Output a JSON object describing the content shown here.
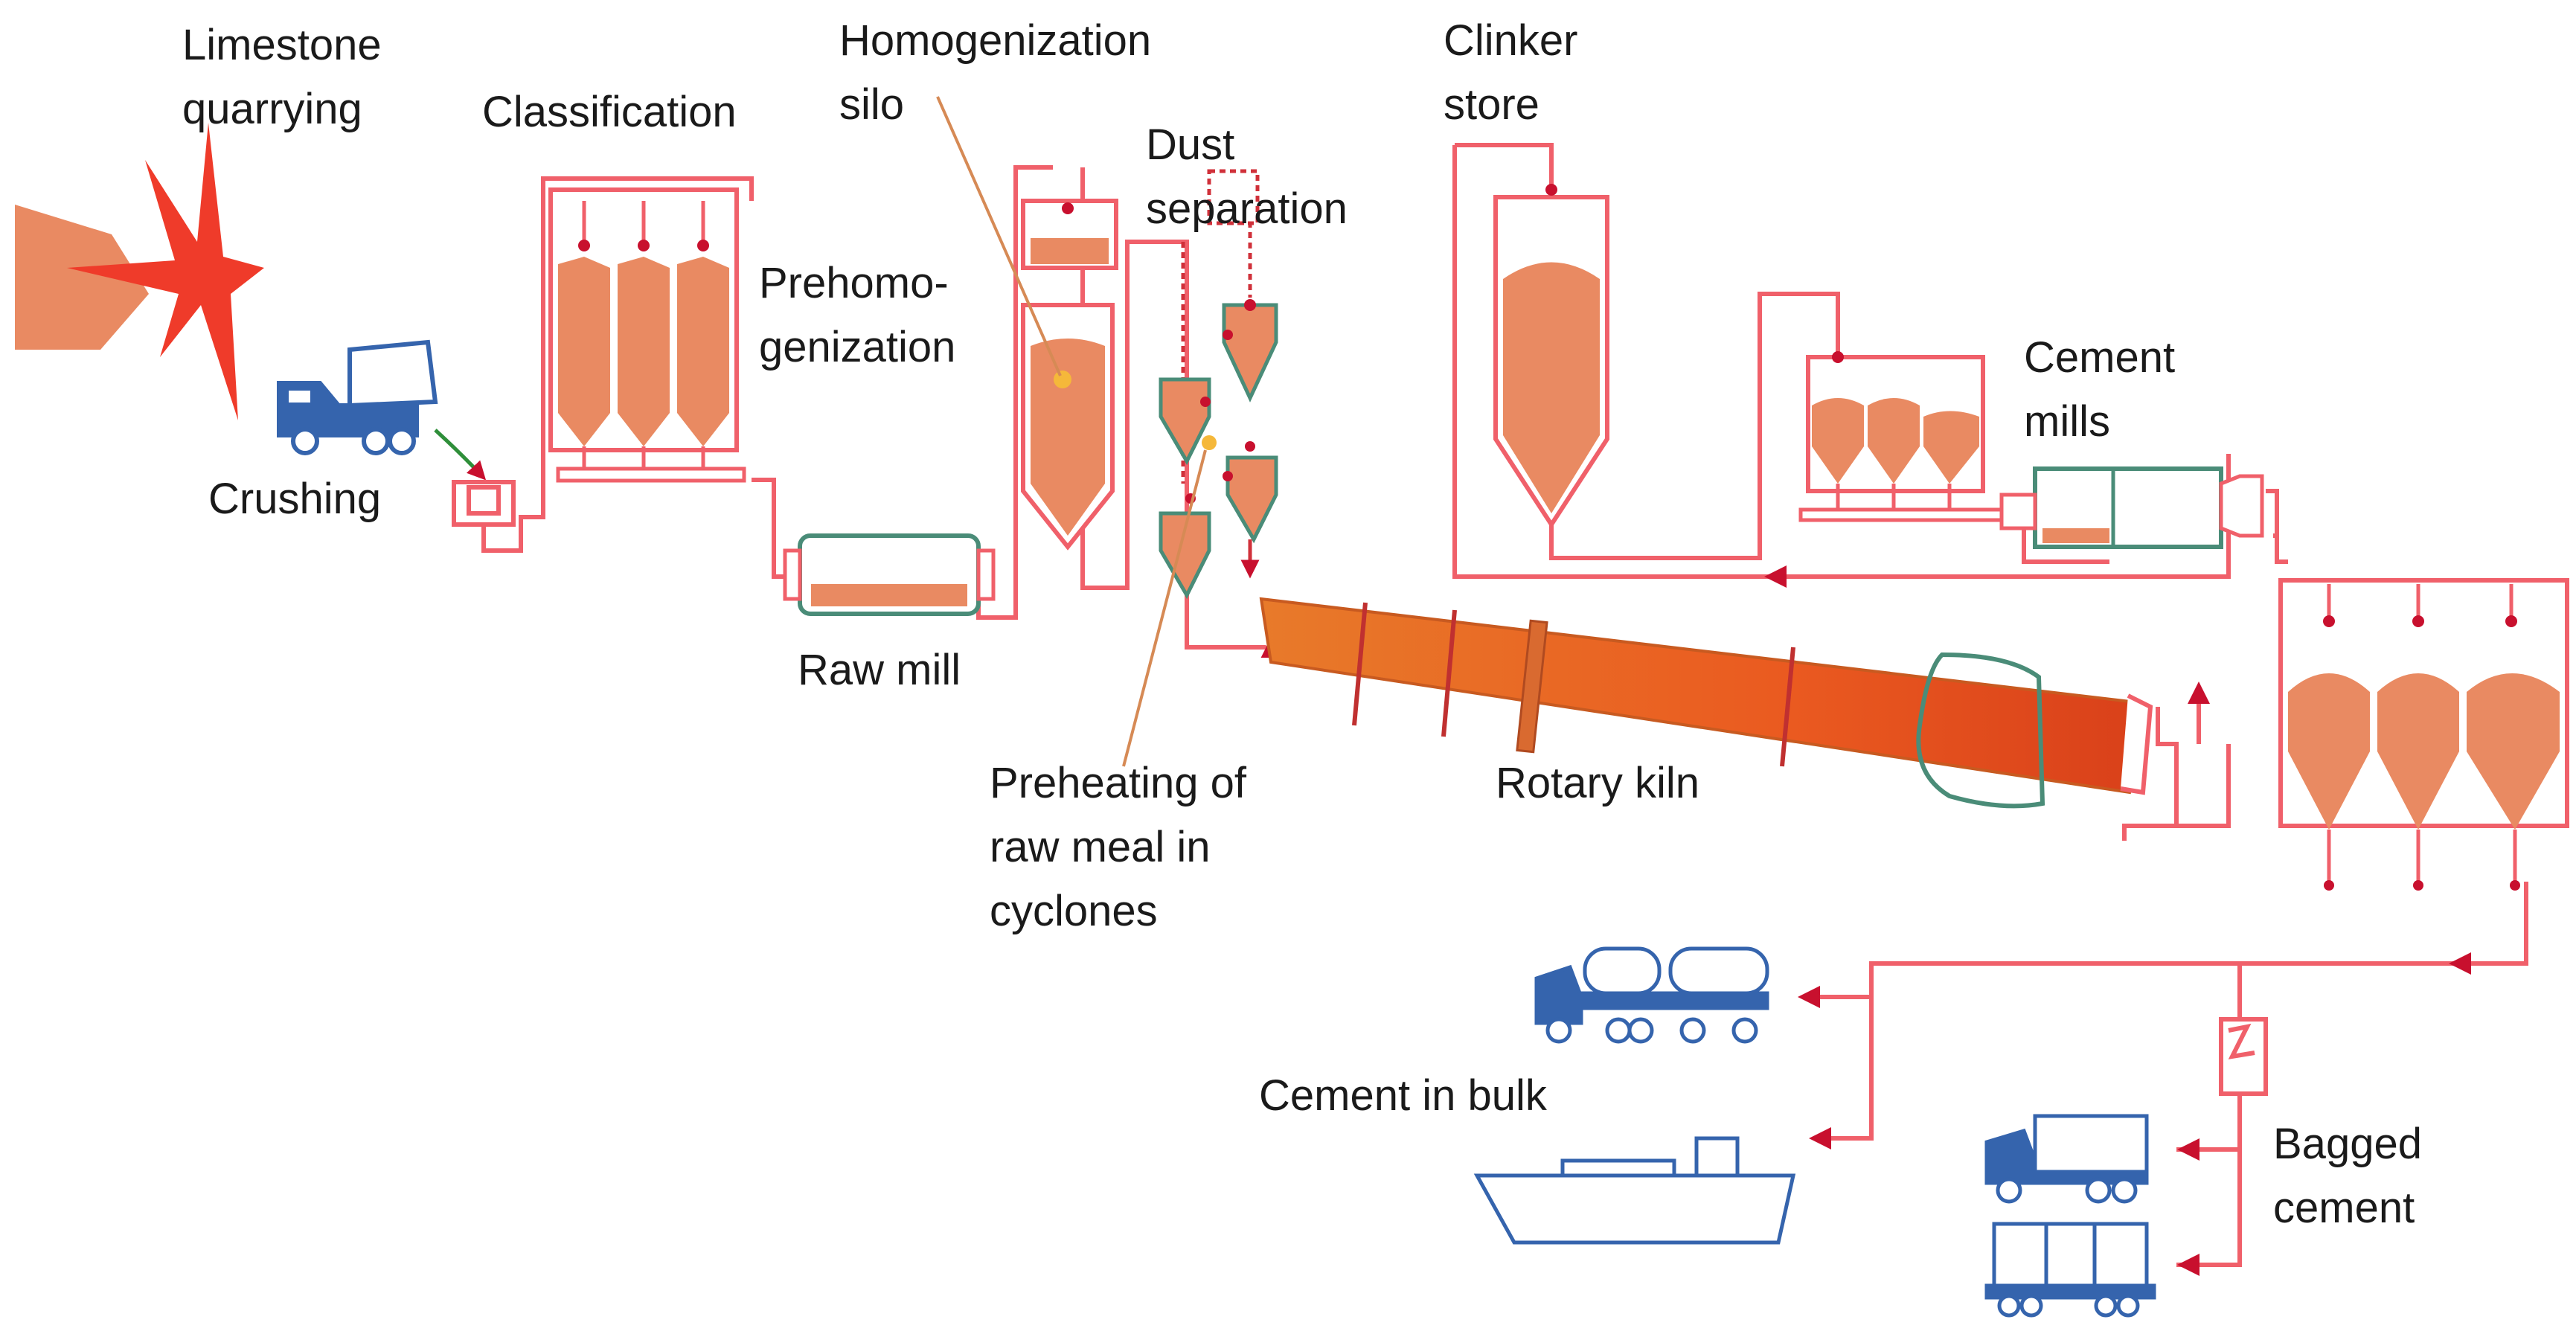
{
  "colors": {
    "pipe": "#f0606a",
    "fill": "#e98a62",
    "kiln": "#e8501c",
    "vehicle": "#3564ad",
    "arrow": "#c8102e"
  },
  "labels": {
    "limestone": [
      "Limestone",
      "quarrying"
    ],
    "classification": "Classification",
    "homogenization": [
      "Homogenization",
      "silo"
    ],
    "dust": [
      "Dust",
      "separation"
    ],
    "clinker": [
      "Clinker",
      "store"
    ],
    "prehomo": [
      "Prehomo-",
      "genization"
    ],
    "crushing": "Crushing",
    "raw_mill": "Raw mill",
    "cement_mills": [
      "Cement",
      "mills"
    ],
    "preheating": [
      "Preheating of",
      "raw meal in",
      "cyclones"
    ],
    "rotary_kiln": "Rotary kiln",
    "cement_bulk": "Cement in bulk",
    "bagged": [
      "Bagged",
      "cement"
    ]
  },
  "icons": [
    "explosion-icon",
    "dump-truck-icon",
    "cement-tanker-truck-icon",
    "ship-icon",
    "box-truck-icon",
    "rail-wagon-icon"
  ]
}
